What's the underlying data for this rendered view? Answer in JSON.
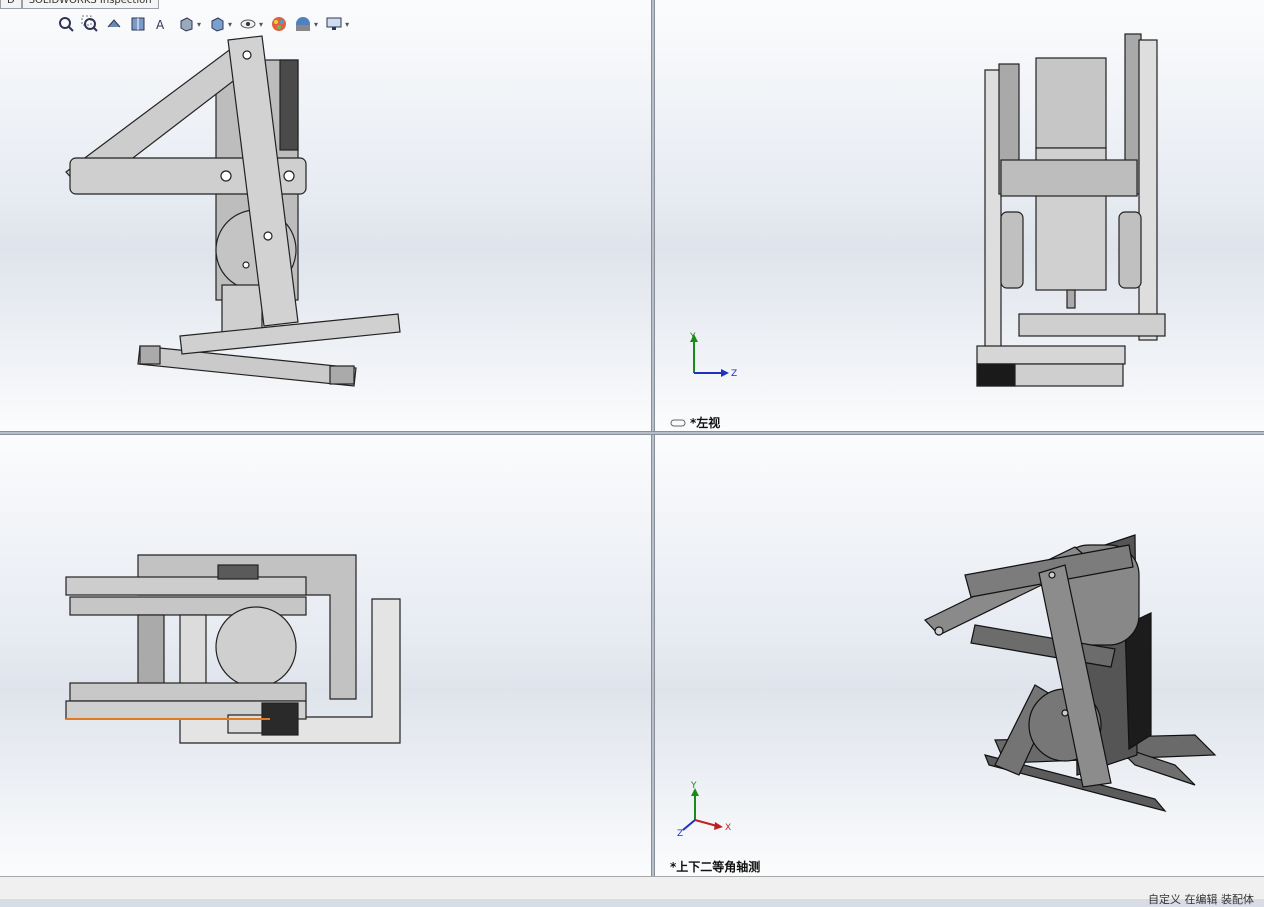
{
  "tabs": [
    {
      "label": "D"
    },
    {
      "label": "SOLIDWORKS Inspection"
    }
  ],
  "toolbar": {
    "icons": [
      "zoom-to-fit-icon",
      "zoom-area-icon",
      "previous-view-icon",
      "section-view-icon",
      "dynamic-annotation-icon",
      "view-orientation-icon",
      "display-style-icon",
      "hide-show-icon",
      "edit-appearance-icon",
      "apply-scene-icon",
      "view-settings-icon"
    ]
  },
  "views": {
    "top_right": {
      "label": "*左视"
    },
    "bottom_right": {
      "label": "*上下二等角轴测"
    }
  },
  "triad": {
    "y": "Y",
    "z": "Z",
    "x": "X"
  },
  "status": {
    "text": "自定义  在编辑 装配体"
  },
  "colors": {
    "part": "#c8c8c8",
    "dark_part": "#3a3a3a",
    "triad_y": "#1a8a1a",
    "triad_z": "#2030c0",
    "triad_x": "#c02020",
    "highlight": "#e07a20"
  }
}
